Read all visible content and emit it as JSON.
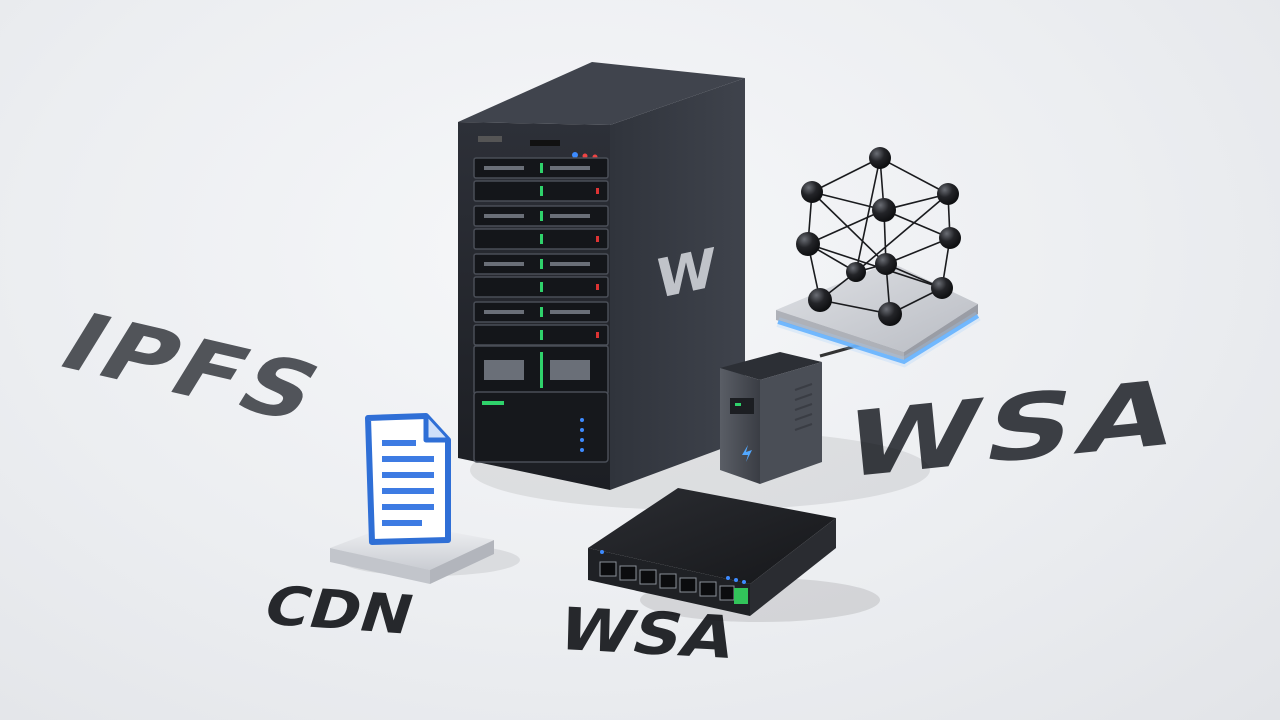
{
  "labels": {
    "ipfs": "IPFS",
    "wsa_large": "WSA",
    "cdn": "CDN",
    "wsa_small": "WSA",
    "tower_logo": "W"
  },
  "colors": {
    "background": "#eceef1",
    "hardware_dark": "#23262c",
    "status_green": "#2fd26b",
    "accent_blue": "#3d8bff",
    "glow_blue": "#52a8ff",
    "document_blue": "#2f6fd6",
    "port_green": "#32c45a"
  },
  "objects": [
    {
      "name": "server-tower",
      "icon": "server-rack"
    },
    {
      "name": "document-on-pedestal",
      "icon": "document-icon"
    },
    {
      "name": "mini-pc",
      "icon": "mini-server"
    },
    {
      "name": "network-switch",
      "icon": "ethernet-switch"
    },
    {
      "name": "molecular-network-model",
      "icon": "node-graph"
    }
  ]
}
